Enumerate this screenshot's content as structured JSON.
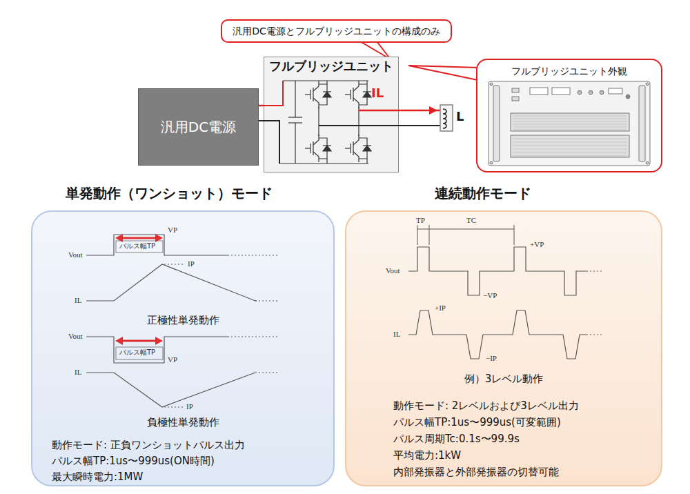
{
  "diagram": {
    "nodes": [
      {
        "text": [
          "汎用DC電源とフルブリッジユニットの構成のみ"
        ]
      },
      {
        "text": [
          "汎用DC電源"
        ]
      },
      {
        "text": [
          "フルブリッジユニット"
        ]
      },
      {
        "text": [
          "フルブリッジユニット外観"
        ]
      },
      {
        "text": [
          "単発動作（ワンショット）モード",
          "動作モード: 正負ワンショットパルス出力",
          "パルス幅TP:1us〜999us(ON時間)",
          "最大瞬時電力:1MW"
        ]
      },
      {
        "text": [
          "連続動作モード",
          "動作モード: 2レベルおよび3レベル出力",
          "パルス幅TP:1us〜999us(可変範囲)",
          "パルス周期Tc:0.1s〜99.9s",
          "平均電力:1kW",
          "内部発振器と外部発振器の切替可能"
        ]
      }
    ],
    "edges": [
      {
        "from": 1,
        "to": 2,
        "arrow": "none"
      }
    ],
    "labels": [
      "IL",
      "L",
      "Vout",
      "VP",
      "パルス幅TP",
      "IP",
      "IL",
      "正極性単発動作",
      "Vout",
      "パルス幅TP",
      "VP",
      "IL",
      "IP",
      "負極性単発動作",
      "TP",
      "TC",
      "+VP",
      "Vout",
      "−VP",
      "+IP",
      "IL",
      "−IP",
      "例）3レベル動作"
    ]
  }
}
